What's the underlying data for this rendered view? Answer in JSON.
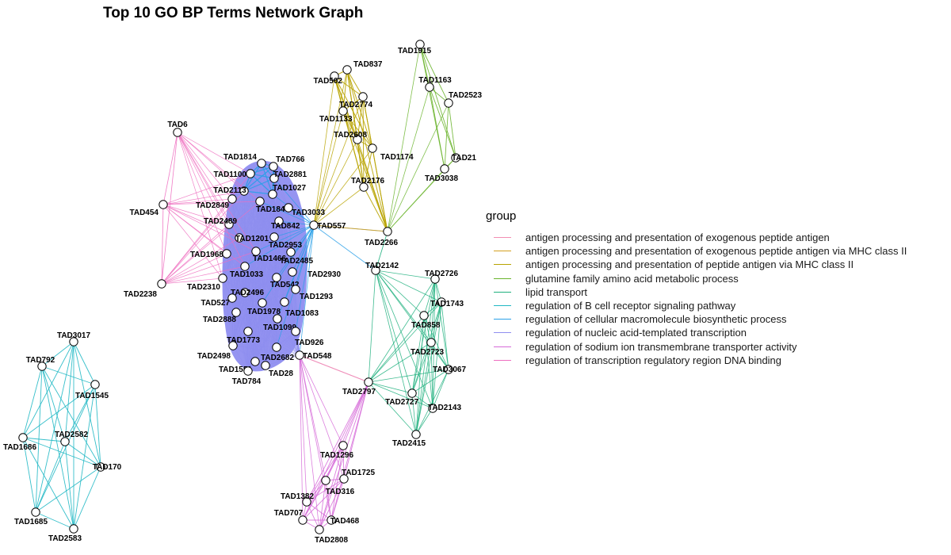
{
  "title": "Top 10 GO BP Terms Network Graph",
  "legend": {
    "title": "group",
    "items": [
      {
        "label": "antigen processing and presentation of exogenous peptide antigen",
        "color": "#f28eb2"
      },
      {
        "label": "antigen processing and presentation of exogenous peptide antigen via MHC class II",
        "color": "#d4a020"
      },
      {
        "label": "antigen processing and presentation of peptide antigen via MHC class II",
        "color": "#b8a300"
      },
      {
        "label": "glutamine family amino acid metabolic process",
        "color": "#6ab42c"
      },
      {
        "label": "lipid transport",
        "color": "#1fb07e"
      },
      {
        "label": "regulation of B cell receptor signaling pathway",
        "color": "#20b8c4"
      },
      {
        "label": "regulation of cellular macromolecule biosynthetic process",
        "color": "#2aa0e8"
      },
      {
        "label": "regulation of nucleic acid-templated transcription",
        "color": "#8f8ef0"
      },
      {
        "label": "regulation of sodium ion transmembrane transporter activity",
        "color": "#d66ad8"
      },
      {
        "label": "regulation of transcription regulatory region DNA binding",
        "color": "#ee6ec0"
      }
    ]
  },
  "nodes": [
    {
      "id": "TAD6"
    },
    {
      "id": "TAD454"
    },
    {
      "id": "TAD2238"
    },
    {
      "id": "TAD1814"
    },
    {
      "id": "TAD766"
    },
    {
      "id": "TAD1100"
    },
    {
      "id": "TAD2881"
    },
    {
      "id": "TAD2113"
    },
    {
      "id": "TAD1027"
    },
    {
      "id": "TAD2849"
    },
    {
      "id": "TAD1846"
    },
    {
      "id": "TAD3033"
    },
    {
      "id": "TAD2489"
    },
    {
      "id": "TAD842"
    },
    {
      "id": "TAD557"
    },
    {
      "id": "TAD1201"
    },
    {
      "id": "TAD2953"
    },
    {
      "id": "TAD1968"
    },
    {
      "id": "TAD1466"
    },
    {
      "id": "TAD2485"
    },
    {
      "id": "TAD1033"
    },
    {
      "id": "TAD2930"
    },
    {
      "id": "TAD2310"
    },
    {
      "id": "TAD542"
    },
    {
      "id": "TAD2496"
    },
    {
      "id": "TAD1293"
    },
    {
      "id": "TAD527"
    },
    {
      "id": "TAD1978"
    },
    {
      "id": "TAD1083"
    },
    {
      "id": "TAD2888"
    },
    {
      "id": "TAD1099"
    },
    {
      "id": "TAD1773"
    },
    {
      "id": "TAD926"
    },
    {
      "id": "TAD2498"
    },
    {
      "id": "TAD2682"
    },
    {
      "id": "TAD548"
    },
    {
      "id": "TAD1551"
    },
    {
      "id": "TAD28"
    },
    {
      "id": "TAD784"
    },
    {
      "id": "TAD837"
    },
    {
      "id": "TAD502"
    },
    {
      "id": "TAD2774"
    },
    {
      "id": "TAD1133"
    },
    {
      "id": "TAD2608"
    },
    {
      "id": "TAD1174"
    },
    {
      "id": "TAD2176"
    },
    {
      "id": "TAD2266"
    },
    {
      "id": "TAD1915"
    },
    {
      "id": "TAD1163"
    },
    {
      "id": "TAD2523"
    },
    {
      "id": "TAD21"
    },
    {
      "id": "TAD3038"
    },
    {
      "id": "TAD2142"
    },
    {
      "id": "TAD2726"
    },
    {
      "id": "TAD1743"
    },
    {
      "id": "TAD858"
    },
    {
      "id": "TAD2723"
    },
    {
      "id": "TAD3067"
    },
    {
      "id": "TAD2797"
    },
    {
      "id": "TAD2727"
    },
    {
      "id": "TAD2143"
    },
    {
      "id": "TAD2415"
    },
    {
      "id": "TAD1296"
    },
    {
      "id": "TAD1725"
    },
    {
      "id": "TAD316"
    },
    {
      "id": "TAD1382"
    },
    {
      "id": "TAD707"
    },
    {
      "id": "TAD468"
    },
    {
      "id": "TAD2808"
    },
    {
      "id": "TAD3017"
    },
    {
      "id": "TAD792"
    },
    {
      "id": "TAD1545"
    },
    {
      "id": "TAD2582"
    },
    {
      "id": "TAD1686"
    },
    {
      "id": "TAD170"
    },
    {
      "id": "TAD1685"
    },
    {
      "id": "TAD2583"
    }
  ]
}
